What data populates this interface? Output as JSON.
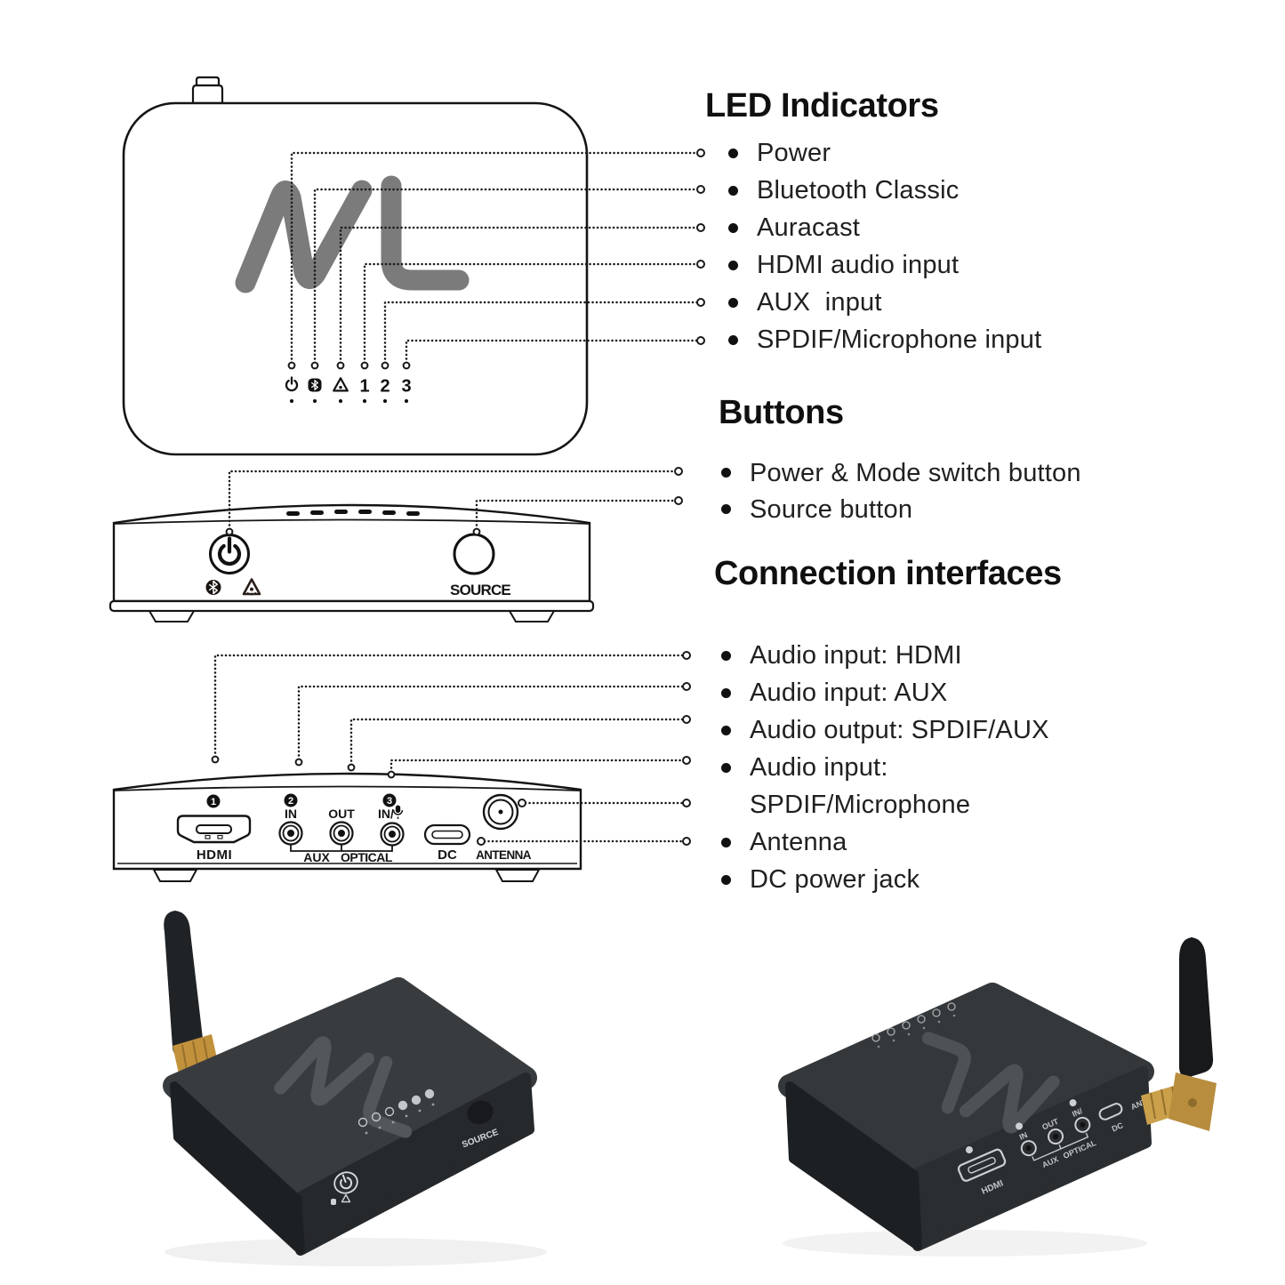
{
  "sections": {
    "led": {
      "title": "LED Indicators",
      "items": [
        "Power",
        "Bluetooth Classic",
        "Auracast",
        "HDMI audio input",
        "AUX  input",
        "SPDIF/Microphone input"
      ]
    },
    "buttons": {
      "title": "Buttons",
      "items": [
        "Power & Mode switch button",
        "Source button"
      ]
    },
    "connections": {
      "title": "Connection interfaces",
      "items": [
        "Audio input: HDMI",
        "Audio input: AUX",
        "Audio output: SPDIF/AUX",
        "Audio input: SPDIF/Microphone",
        "Antenna",
        "DC power jack"
      ]
    }
  },
  "device": {
    "top_view": {
      "led_numbers": [
        "1",
        "2",
        "3"
      ]
    },
    "front_view": {
      "source_label": "SOURCE"
    },
    "rear_view": {
      "badges": [
        "1",
        "2",
        "3"
      ],
      "port_rows": {
        "in": "IN",
        "out": "OUT",
        "in_mic": "IN/"
      },
      "port_labels": {
        "hdmi": "HDMI",
        "aux": "AUX",
        "optical": "OPTICAL",
        "dc": "DC",
        "antenna": "ANTENNA"
      }
    }
  },
  "icons": {
    "power": "power-icon",
    "bluetooth": "bluetooth-icon",
    "auracast": "auracast-icon",
    "microphone": "microphone-icon",
    "antenna_connector": "antenna-connector-icon"
  },
  "colors": {
    "line": "#161616",
    "text": "#202020",
    "logo_gray": "#7b7b7b",
    "device_top": "#383c3f",
    "device_front": "#26292c",
    "device_side": "#1d2023",
    "antenna_gold": "#c2913c",
    "photo_label": "#cdd0d2"
  }
}
